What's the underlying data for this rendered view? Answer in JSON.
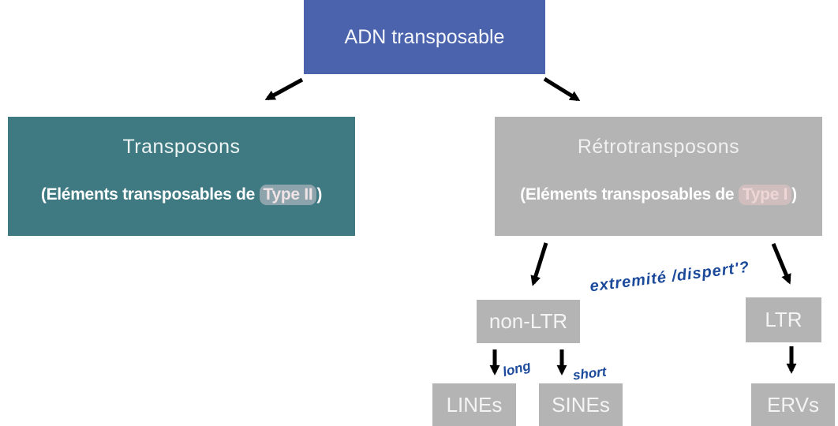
{
  "diagram": {
    "root": {
      "label": "ADN transposable"
    },
    "transposons": {
      "title": "Transposons",
      "subtitle_prefix": "(Eléments transposables de ",
      "subtitle_highlight": "Type II",
      "subtitle_suffix": ")"
    },
    "retrotransposons": {
      "title": "Rétrotransposons",
      "subtitle_prefix": "(Eléments transposables de ",
      "subtitle_highlight": "Type I",
      "subtitle_suffix": ")"
    },
    "nodes": {
      "non_ltr": "non-LTR",
      "ltr": "LTR",
      "lines": "LINEs",
      "sines": "SINEs",
      "ervs": "ERVs"
    },
    "annotations": {
      "extremite_note": "extremité /dispert'?",
      "long_note": "long",
      "short_note": "short"
    },
    "colors": {
      "root_box": "#4a63ac",
      "transposons_box": "#3f7a83",
      "gray_box": "#b4b4b4",
      "arrow": "#000000",
      "handwriting_ink": "#1c4a9b",
      "highlight_on_teal": "#cec7cd",
      "highlight_on_gray": "#e8c6c6"
    }
  }
}
